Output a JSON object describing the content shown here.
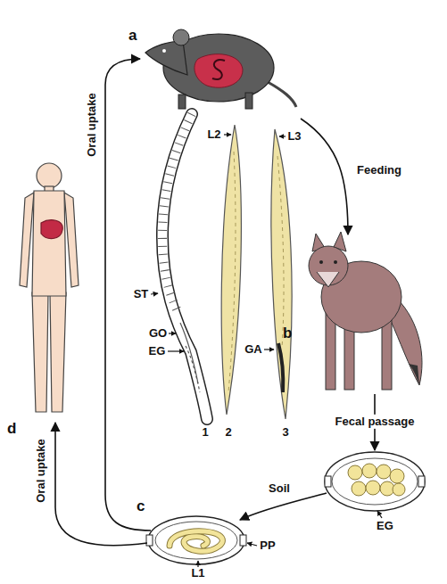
{
  "diagram": {
    "nodes": [
      {
        "text": [
          "a"
        ]
      },
      {
        "text": [
          "b"
        ]
      },
      {
        "text": [
          "EG"
        ]
      },
      {
        "text": [
          "c"
        ]
      },
      {
        "text": [
          "d"
        ]
      }
    ],
    "edges": [
      {
        "from": 0,
        "to": 1,
        "arrow": "to",
        "label": "Feeding"
      },
      {
        "from": 1,
        "to": 2,
        "arrow": "to",
        "label": "Fecal passage"
      },
      {
        "from": 2,
        "to": 3,
        "arrow": "to",
        "label": "Soil"
      },
      {
        "from": 3,
        "to": 0,
        "arrow": "to",
        "label": "Oral uptake"
      },
      {
        "from": 3,
        "to": 4,
        "arrow": "to",
        "label": "Oral uptake"
      }
    ],
    "labels": [
      "1",
      "2",
      "3",
      "ST",
      "GO",
      "EG",
      "L2",
      "L3",
      "GA",
      "PP",
      "L1"
    ]
  }
}
